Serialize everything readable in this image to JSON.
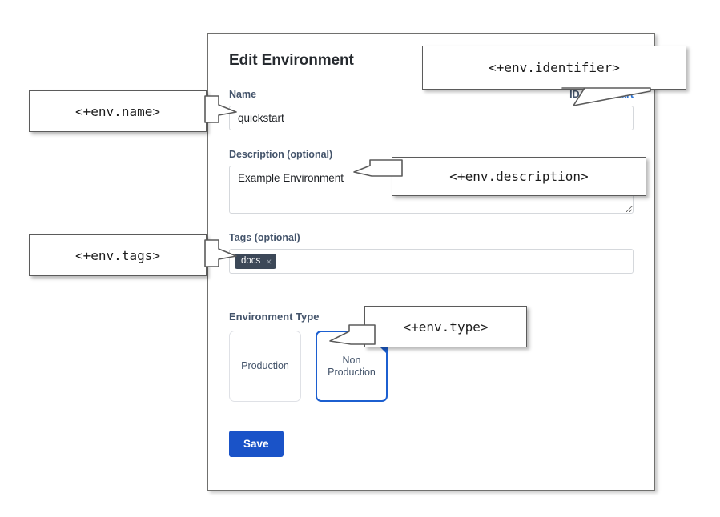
{
  "dialog": {
    "title": "Edit Environment",
    "identifier": {
      "prefix": "ID:",
      "value": "quickstart"
    },
    "fields": {
      "name": {
        "label": "Name",
        "value": "quickstart"
      },
      "description": {
        "label": "Description (optional)",
        "value": "Example Environment"
      },
      "tags": {
        "label": "Tags (optional)",
        "chips": [
          {
            "label": "docs",
            "remove_icon": "×"
          }
        ]
      },
      "environment_type": {
        "label": "Environment Type",
        "options": [
          {
            "label": "Production",
            "selected": false
          },
          {
            "label": "Non\nProduction",
            "line1": "Non",
            "line2": "Production",
            "selected": true
          }
        ]
      }
    },
    "save_label": "Save"
  },
  "annotations": {
    "name": "<+env.name>",
    "identifier": "<+env.identifier>",
    "description": "<+env.description>",
    "tags": "<+env.tags>",
    "type": "<+env.type>"
  },
  "colors": {
    "accent_blue": "#1a53c8",
    "link_blue": "#2a73d6",
    "selected_border": "#1c5fd0",
    "label_slate": "#44546b",
    "tag_chip_bg": "#3c4858",
    "panel_border": "#70706e"
  }
}
